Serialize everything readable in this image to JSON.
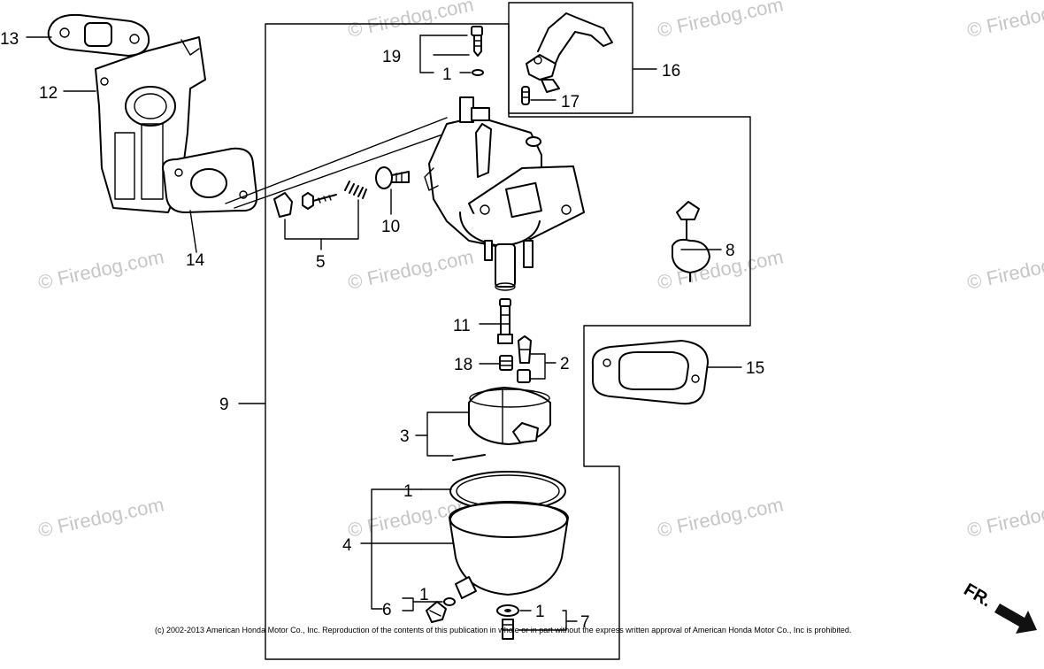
{
  "watermark": "© Firedog.com",
  "callouts": {
    "c1_top": "1",
    "c1_bowl_ring": "1",
    "c1_drain": "1",
    "c1_bottom": "1",
    "c2": "2",
    "c3": "3",
    "c4": "4",
    "c5": "5",
    "c6": "6",
    "c7": "7",
    "c8": "8",
    "c9": "9",
    "c10": "10",
    "c11": "11",
    "c12": "12",
    "c13": "13",
    "c14": "14",
    "c15": "15",
    "c16": "16",
    "c17": "17",
    "c18": "18",
    "c19": "19"
  },
  "copyright": "(c) 2002-2013 American Honda Motor Co., Inc. Reproduction of the contents of this publication in whole or in part without the express written approval of American Honda Motor Co., Inc is prohibited.",
  "direction_label": "FR."
}
